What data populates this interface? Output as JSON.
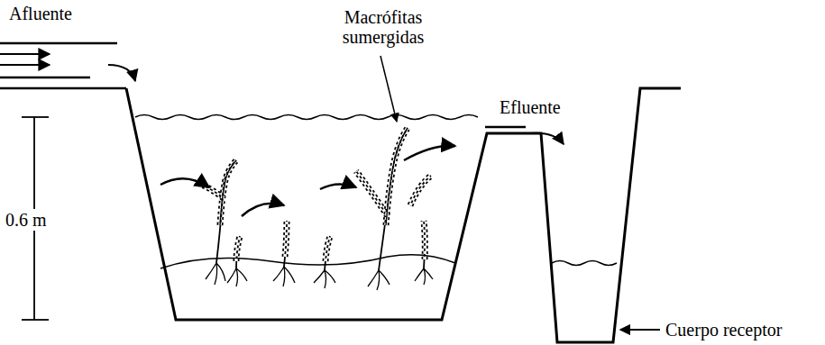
{
  "diagram": {
    "labels": [
      "Afluente",
      "Macrófitas sumergidas",
      "Efluente",
      "0.6 m",
      "Cuerpo receptor"
    ]
  }
}
